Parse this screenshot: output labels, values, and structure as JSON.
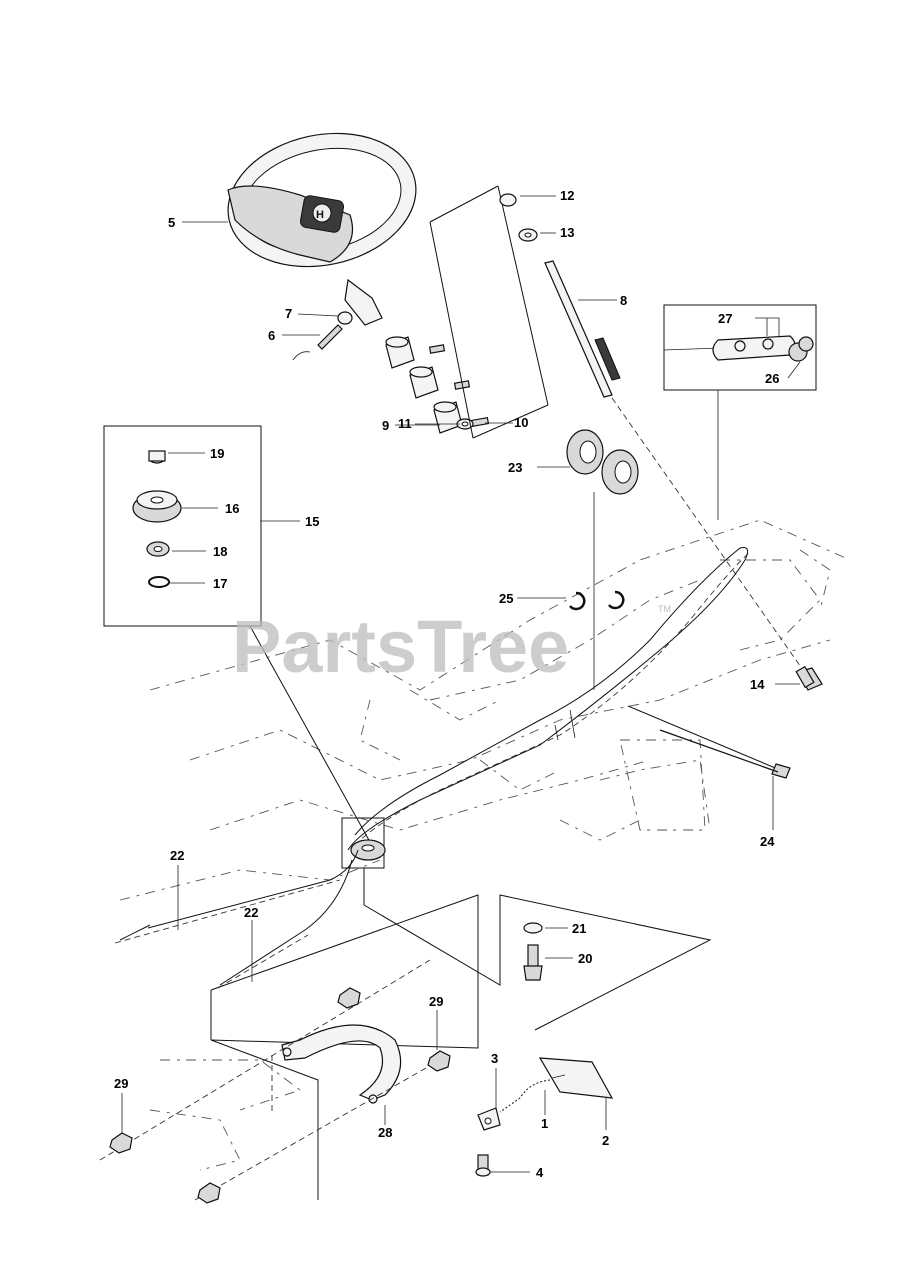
{
  "watermark": {
    "text": "PartsTree",
    "mark": "TM"
  },
  "callouts": {
    "c1": "1",
    "c2": "2",
    "c3": "3",
    "c4": "4",
    "c5": "5",
    "c6": "6",
    "c7": "7",
    "c8": "8",
    "c9": "9",
    "c10": "10",
    "c11": "11",
    "c12": "12",
    "c13": "13",
    "c14": "14",
    "c15": "15",
    "c16": "16",
    "c17": "17",
    "c18": "18",
    "c19": "19",
    "c20": "20",
    "c21": "21",
    "c22a": "22",
    "c22b": "22",
    "c23": "23",
    "c24": "24",
    "c25": "25",
    "c26": "26",
    "c27": "27",
    "c28": "28",
    "c29a": "29",
    "c29b": "29"
  },
  "icons": {
    "logo": "husqvarna-crown-logo-icon"
  }
}
